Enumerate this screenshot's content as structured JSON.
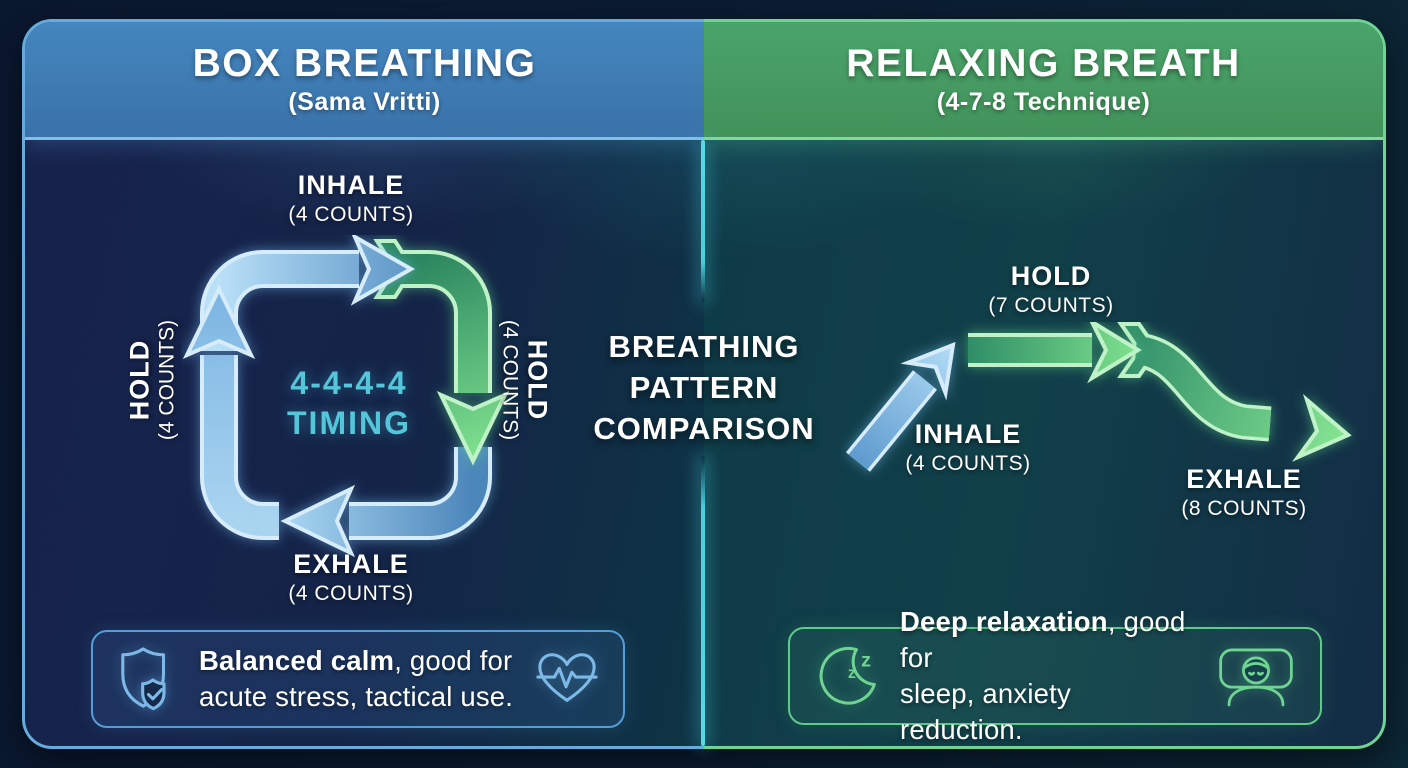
{
  "left_panel": {
    "title": "BOX BREATHING",
    "subtitle": "(Sama Vritti)",
    "labels": {
      "inhale": {
        "name": "INHALE",
        "count": "(4 COUNTS)"
      },
      "hold_right": {
        "name": "HOLD",
        "count": "(4 COUNTS)"
      },
      "exhale": {
        "name": "EXHALE",
        "count": "(4 COUNTS)"
      },
      "hold_left": {
        "name": "HOLD",
        "count": "(4 COUNTS)"
      }
    },
    "timing": {
      "line1": "4-4-4-4",
      "line2": "TIMING"
    },
    "badge": {
      "highlight": "Balanced calm",
      "line1_rest": ", good for",
      "line2": "acute stress, tactical use.",
      "left_icon": "shield-check-icon",
      "right_icon": "heart-pulse-icon"
    }
  },
  "center": {
    "line1": "BREATHING",
    "line2": "PATTERN",
    "line3": "COMPARISON"
  },
  "right_panel": {
    "title": "RELAXING BREATH",
    "subtitle": "(4-7-8 Technique)",
    "labels": {
      "hold": {
        "name": "HOLD",
        "count": "(7 COUNTS)"
      },
      "inhale": {
        "name": "INHALE",
        "count": "(4 COUNTS)"
      },
      "exhale": {
        "name": "EXHALE",
        "count": "(8 COUNTS)"
      }
    },
    "badge": {
      "highlight": "Deep relaxation",
      "line1_rest": ", good for",
      "line2": "sleep, anxiety reduction.",
      "left_icon": "moon-zzz-icon",
      "right_icon": "sleeping-person-icon"
    }
  },
  "colors": {
    "left_header": "#3f7cb3",
    "left_border": "#66abdc",
    "right_header": "#469c63",
    "right_border": "#6fd492",
    "divider_cyan": "#55d8e4",
    "timing_cyan": "#55c6da",
    "arrow_blue_light": "#b3dcf6",
    "arrow_blue_dark": "#4c86ba",
    "arrow_green_light": "#80e28f",
    "arrow_green_dark": "#2c8660",
    "body_left_navy": "#16224a",
    "body_right_teal": "#11404b"
  }
}
